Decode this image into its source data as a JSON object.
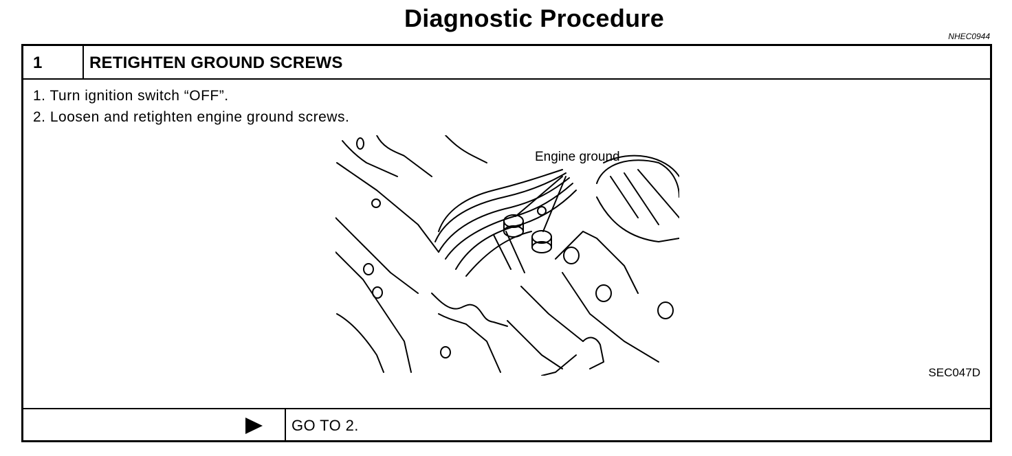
{
  "page": {
    "title": "Diagnostic Procedure",
    "doc_code": "NHEC0944"
  },
  "step": {
    "number": "1",
    "title": "RETIGHTEN GROUND SCREWS",
    "instructions": [
      "1.  Turn ignition switch “OFF”.",
      "2.  Loosen and retighten engine ground screws."
    ],
    "figure": {
      "callout": "Engine ground",
      "code": "SEC047D"
    }
  },
  "result": {
    "arrow_icon": "play-arrow-icon",
    "action": "GO TO 2."
  }
}
